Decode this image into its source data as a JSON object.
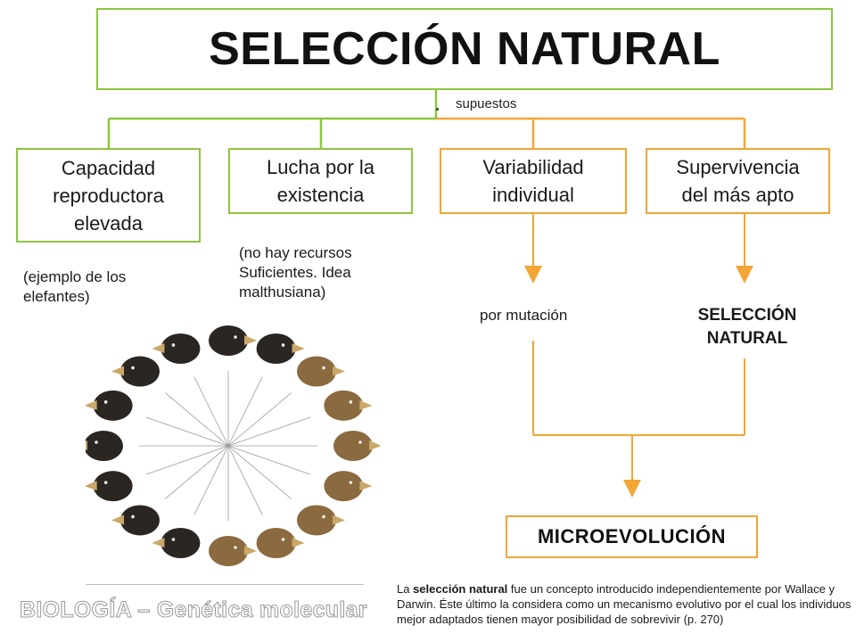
{
  "title": "SELECCIÓN NATURAL",
  "branch_label": "supuestos",
  "concepts": [
    {
      "label": "Capacidad\nreproductora\nelevada",
      "color": "green"
    },
    {
      "label": "Lucha por la\nexistencia",
      "color": "green"
    },
    {
      "label": "Variabilidad\nindividual",
      "color": "orange"
    },
    {
      "label": "Supervivencia\ndel más apto",
      "color": "orange"
    }
  ],
  "notes": {
    "elefantes": "(ejemplo de los\nelefantes)",
    "recursos": "(no hay recursos\nSuficientes. Idea\nmalthusiana)",
    "mutacion": "por mutación",
    "seleccion": "SELECCIÓN\nNATURAL"
  },
  "result": "MICROEVOLUCIÓN",
  "footer": "BIOLOGÍA – Genética molecular",
  "caption": {
    "pre": "La ",
    "bold": "selección natural",
    "post": " fue un concepto introducido independientemente por Wallace y Darwin. Éste último la considera como un mecanismo evolutivo por el cual los individuos mejor adaptados tienen mayor posibilidad de sobrevivir (p. 270)"
  },
  "colors": {
    "green": "#8dc63f",
    "orange": "#f3a536",
    "bird_dark": "#2b2622",
    "bird_brown": "#8a6a3e"
  },
  "figure": {
    "icon": "darwin-finches-illustration",
    "bird_count": 16
  }
}
